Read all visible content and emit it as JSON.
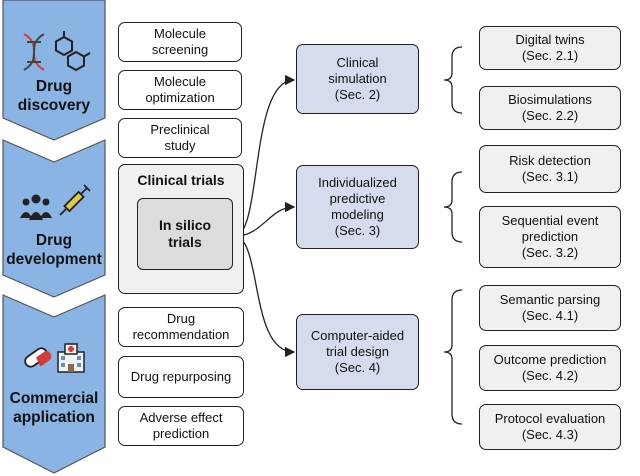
{
  "stages": [
    {
      "label": "Drug\ndiscovery",
      "icons": [
        "dna-icon",
        "molecule-icon"
      ]
    },
    {
      "label": "Drug\ndevelopment",
      "icons": [
        "people-icon",
        "syringe-icon"
      ]
    },
    {
      "label": "Commercial\napplication",
      "icons": [
        "pill-icon",
        "hospital-icon"
      ]
    }
  ],
  "discovery_boxes": [
    "Molecule\nscreening",
    "Molecule\noptimization",
    "Preclinical\nstudy"
  ],
  "clinical_trials": {
    "title": "Clinical trials",
    "inner": "In silico\ntrials"
  },
  "application_boxes": [
    "Drug\nrecommendation",
    "Drug repurposing",
    "Adverse effect\nprediction"
  ],
  "methods": [
    {
      "label": "Clinical\nsimulation\n(Sec. 2)",
      "subs": [
        "Digital twins\n(Sec. 2.1)",
        "Biosimulations\n(Sec. 2.2)"
      ]
    },
    {
      "label": "Individualized\npredictive\nmodeling\n(Sec. 3)",
      "subs": [
        "Risk detection\n(Sec. 3.1)",
        "Sequential event\nprediction\n(Sec. 3.2)"
      ]
    },
    {
      "label": "Computer-aided\ntrial design\n(Sec. 4)",
      "subs": [
        "Semantic parsing\n(Sec. 4.1)",
        "Outcome prediction\n(Sec. 4.2)",
        "Protocol evaluation\n(Sec. 4.3)"
      ]
    }
  ],
  "colors": {
    "stage_fill": "#8ab4e4",
    "method_fill": "#d5dced",
    "trials_fill": "#f0f0f0",
    "inner_fill": "#dcdcdc"
  }
}
